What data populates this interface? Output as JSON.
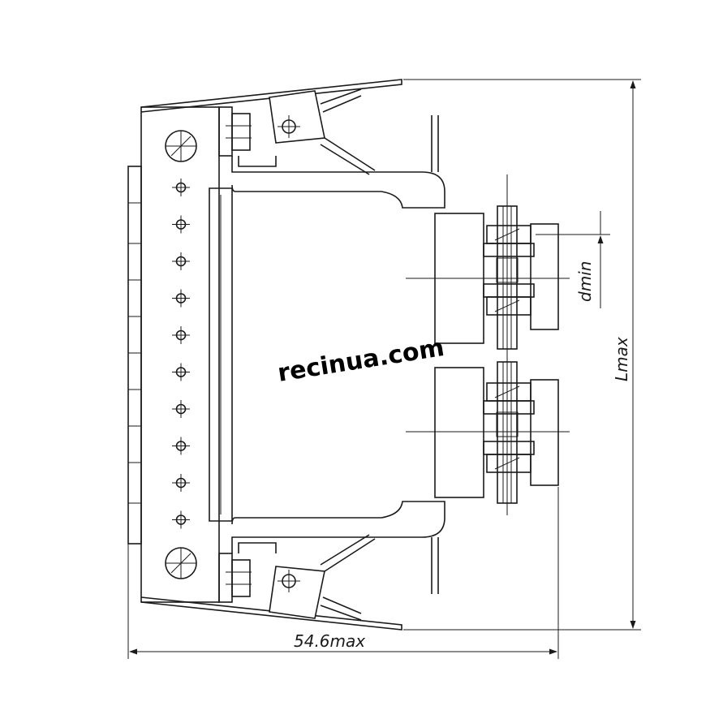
{
  "drawing": {
    "dimension_width_label": "54.6max",
    "dimension_length_label": "Lmax",
    "dimension_gap_label": "dmin",
    "watermark": "recinua.com",
    "terminal_count": 10,
    "line_color": "#1a1a1a",
    "background_color": "#ffffff"
  }
}
